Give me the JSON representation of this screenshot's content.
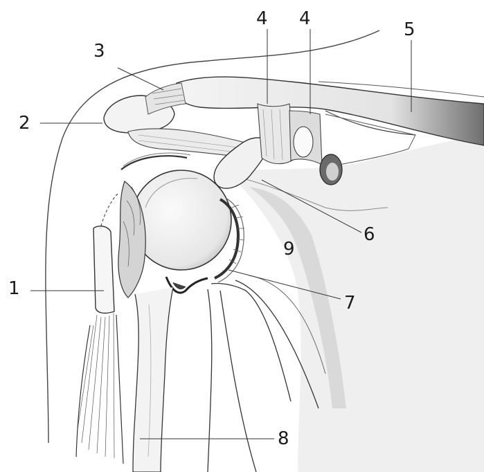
{
  "labels": {
    "l1": "1",
    "l2": "2",
    "l3": "3",
    "l4a": "4",
    "l4b": "4",
    "l5": "5",
    "l6": "6",
    "l7": "7",
    "l8": "8",
    "l9": "9"
  },
  "colors": {
    "ink": "#2a2a2a",
    "bone_fill": "#f2f2f2",
    "shade": "#bdbdbd",
    "dark_shade": "#7a7a7a"
  }
}
